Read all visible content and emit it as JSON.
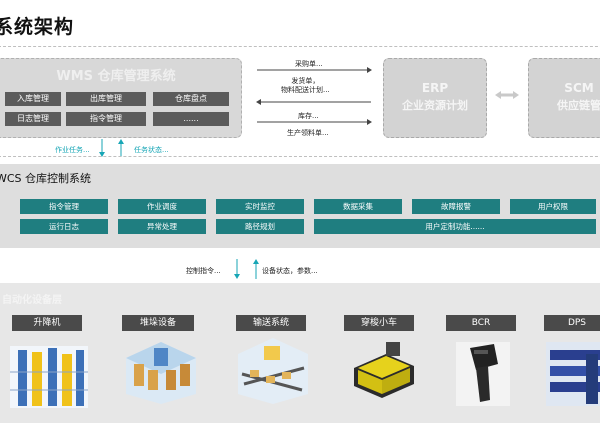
{
  "page_title": "系统架构",
  "wms": {
    "title": "WMS 仓库管理系统",
    "modules": [
      "入库管理",
      "出库管理",
      "仓库盘点",
      "日志管理",
      "指令管理",
      "......"
    ]
  },
  "flows": {
    "procure": "采购单...",
    "shipping": "发货单，\n物料配送计划...",
    "inventory": "库存...",
    "production": "生产领料单..."
  },
  "erp": {
    "name": "ERP",
    "subtitle": "企业资源计划"
  },
  "scm": {
    "name": "SCM",
    "subtitle": "供应链管"
  },
  "wms_wcs_links": {
    "down": "作业任务...",
    "up": "任务状态..."
  },
  "wcs": {
    "title": "WCS 仓库控制系统",
    "modules_row1": [
      "指令管理",
      "作业调度",
      "实时监控",
      "数据采集",
      "故障报警",
      "用户权限"
    ],
    "modules_row2": [
      "运行日志",
      "异常处理",
      "路径规划",
      "用户定制功能......"
    ]
  },
  "wcs_device_links": {
    "down": "控制指令...",
    "up": "设备状态，参数..."
  },
  "device_layer": {
    "title": "自动化设备层"
  },
  "devices": [
    "升降机",
    "堆垛设备",
    "输送系统",
    "穿梭小车",
    "BCR",
    "DPS"
  ],
  "colors": {
    "wcs_module": "#1f7e80",
    "wms_module": "#5b5b5b",
    "link_text": "#17a6b6"
  }
}
